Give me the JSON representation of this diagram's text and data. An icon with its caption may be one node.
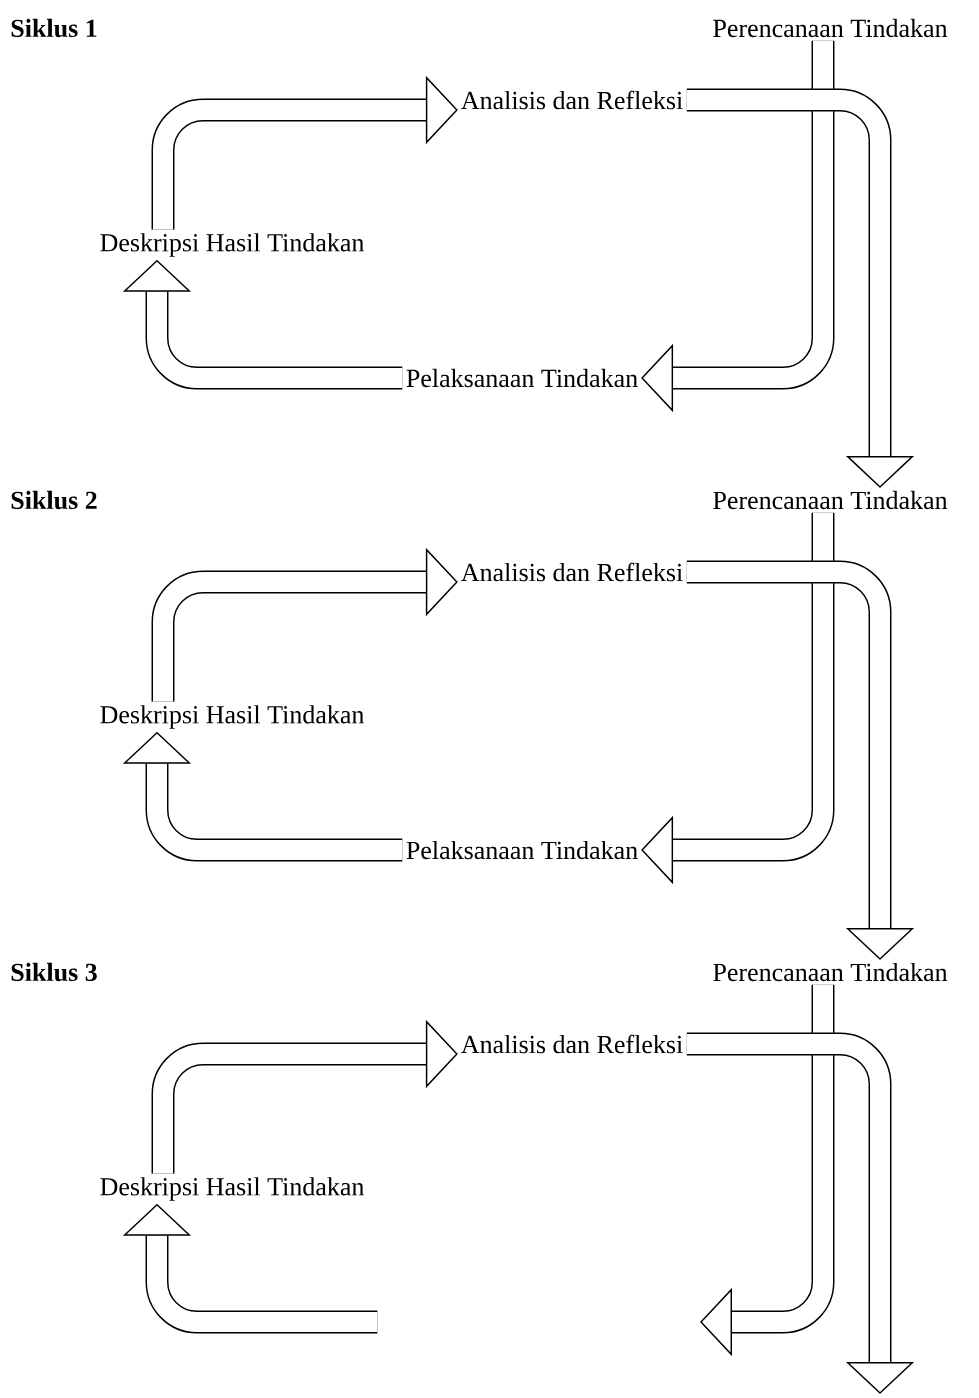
{
  "diagram": {
    "nodes": [
      {
        "text": [
          "Perencanaan Tindakan"
        ]
      },
      {
        "text": [
          "Analisis dan Refleksi"
        ]
      },
      {
        "text": [
          "Deskripsi Hasil Tindakan"
        ]
      },
      {
        "text": [
          "Pelaksanaan Tindakan"
        ]
      },
      {
        "text": [
          "Perencanaan Tindakan"
        ]
      },
      {
        "text": [
          "Analisis dan Refleksi"
        ]
      },
      {
        "text": [
          "Deskripsi Hasil Tindakan"
        ]
      },
      {
        "text": [
          "Pelaksanaan Tindakan"
        ]
      },
      {
        "text": [
          "Perencanaan Tindakan"
        ]
      },
      {
        "text": [
          "Analisis dan Refleksi"
        ]
      },
      {
        "text": [
          "Deskripsi Hasil Tindakan"
        ]
      }
    ],
    "edges": [
      {
        "from": 0,
        "to": 3,
        "arrow": "to"
      },
      {
        "from": 3,
        "to": 2,
        "arrow": "to"
      },
      {
        "from": 2,
        "to": 1,
        "arrow": "to"
      },
      {
        "from": 1,
        "to": 4,
        "arrow": "to"
      },
      {
        "from": 4,
        "to": 7,
        "arrow": "to"
      },
      {
        "from": 7,
        "to": 6,
        "arrow": "to"
      },
      {
        "from": 6,
        "to": 5,
        "arrow": "to"
      },
      {
        "from": 5,
        "to": 8,
        "arrow": "to"
      },
      {
        "from": 8,
        "to": null,
        "arrow": "to"
      },
      {
        "from": null,
        "to": 10,
        "arrow": "to"
      },
      {
        "from": 10,
        "to": 9,
        "arrow": "to"
      },
      {
        "from": 9,
        "to": null,
        "arrow": "to"
      }
    ],
    "labels": [
      "Siklus 1",
      "Siklus 2",
      "Siklus 3"
    ]
  }
}
